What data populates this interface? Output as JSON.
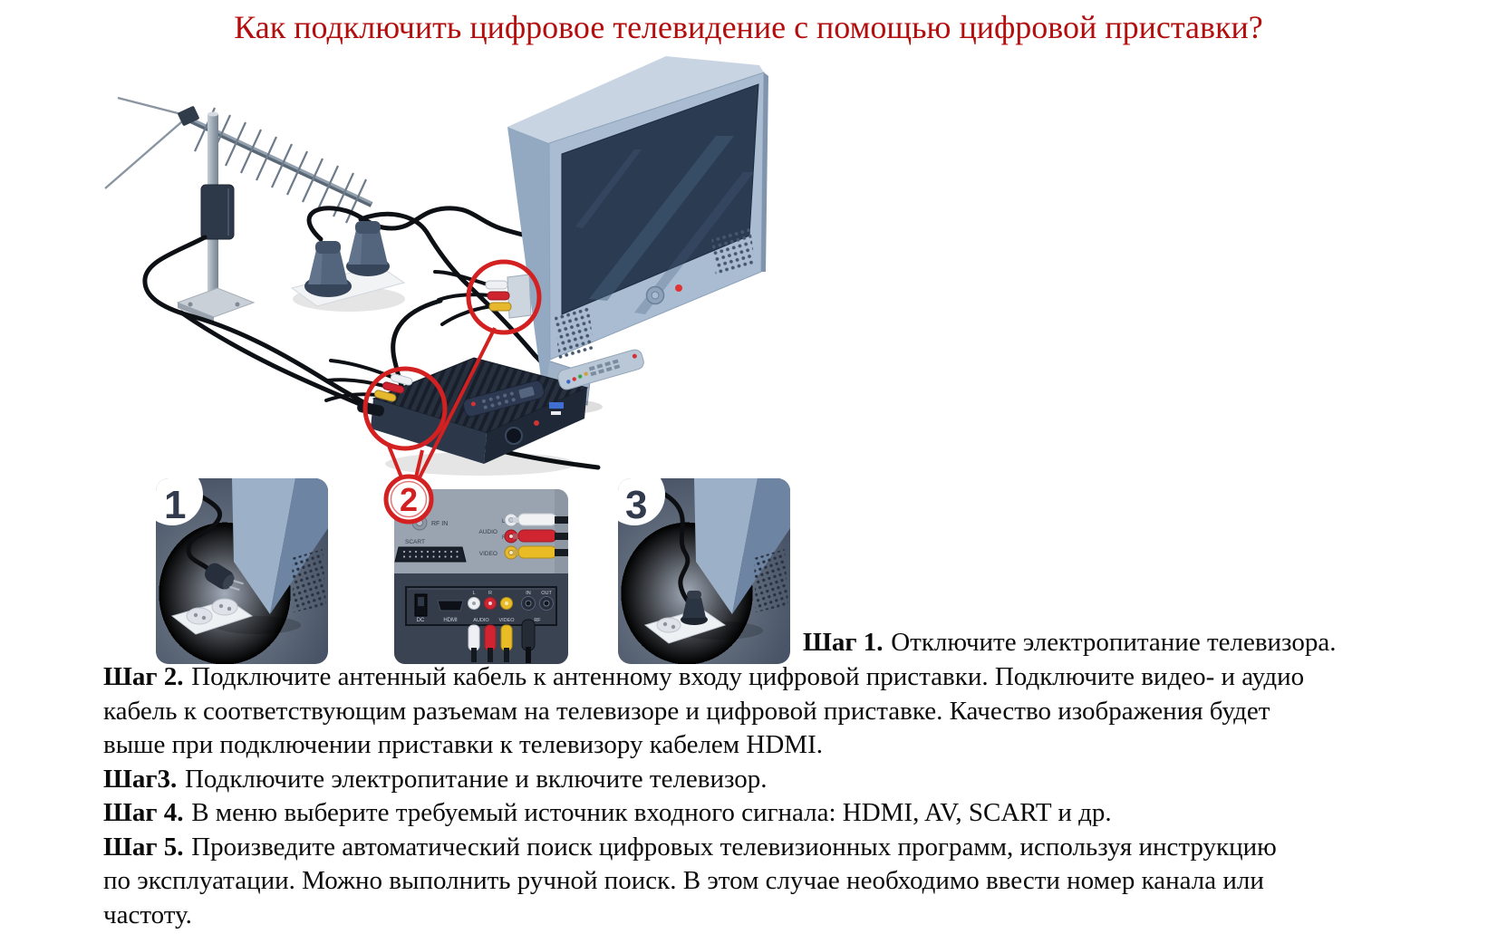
{
  "title": {
    "text": "Как подключить цифровое телевидение с помощью цифровой приставки?"
  },
  "steps": [
    {
      "label": "Шаг 1.",
      "text": "Отключите электропитание телевизора."
    },
    {
      "label": "Шаг 2.",
      "text": "Подключите антенный кабель к антенному входу цифровой приставки. Подключите видео- и аудио кабель к соответствующим разъемам на телевизоре и цифровой приставке. Качество изображения будет выше при подключении приставки к телевизору кабелем HDMI."
    },
    {
      "label": "Шаг3.",
      "text": "Подключите электропитание и включите телевизор."
    },
    {
      "label": "Шаг 4.",
      "text": "В меню выберите требуемый источник входного сигнала: HDMI, AV, SCART и др."
    },
    {
      "label": "Шаг 5.",
      "text": "Произведите автоматический поиск цифровых телевизионных программ, используя инструкцию по эксплуатации. Можно выполнить ручной поиск. В этом случае необходимо ввести номер канала или частоту."
    }
  ],
  "figure": {
    "badges": {
      "one": "1",
      "two": "2",
      "three": "3"
    },
    "tv_panel": {
      "rf_in": "RF IN",
      "scart": "SCART",
      "audio": "AUDIO",
      "left": "L",
      "right": "R",
      "video": "VIDEO"
    },
    "stb_panel": {
      "dc": "DC",
      "hdmi": "HDMI",
      "left": "L",
      "right": "R",
      "audio": "AUDIO",
      "video": "VIDEO",
      "in_label": "IN",
      "out_label": "OUT",
      "rf": "RF"
    }
  },
  "colors": {
    "title_red": "#b40d0d",
    "highlight_red": "#d32020",
    "text": "#0b0b0b",
    "tv_body": "#a9bcd1",
    "screen": "#2b3c52",
    "inset_dark": "#39445a"
  }
}
